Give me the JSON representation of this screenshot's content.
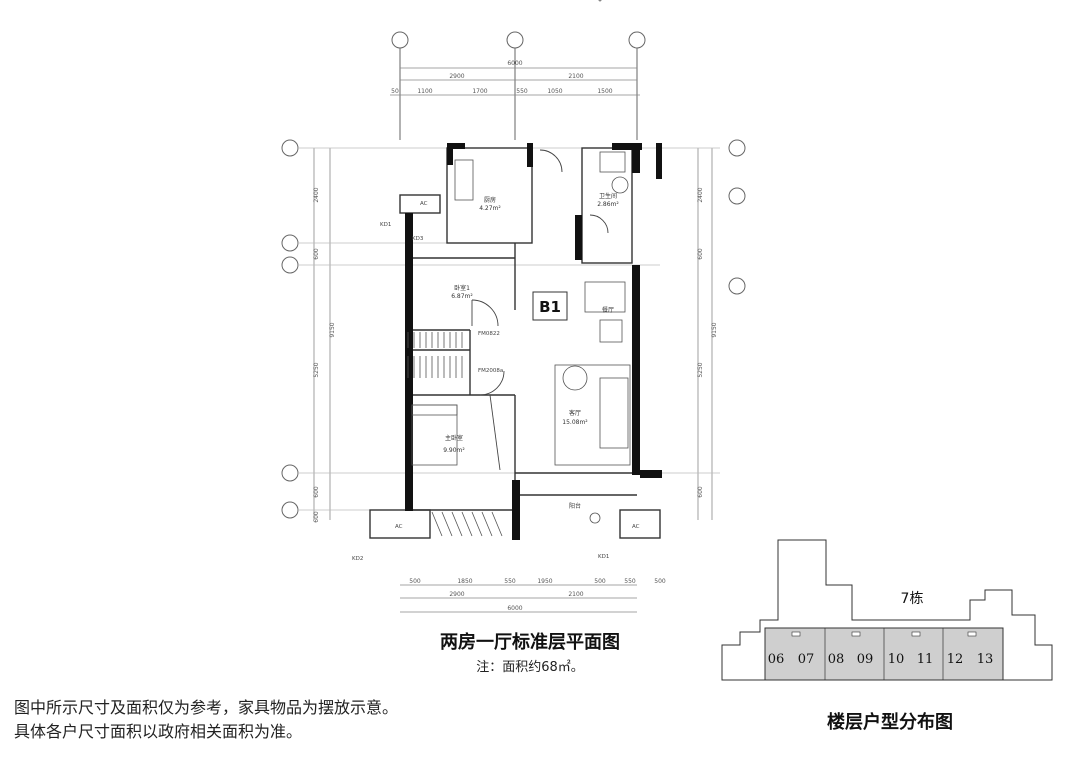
{
  "plan": {
    "unit_label": "B1",
    "dims_top_total": "6000",
    "dims_top_parts": [
      "2900",
      "2100"
    ],
    "dims_top_detail": [
      "50",
      "1100",
      "1700",
      "550",
      "1050",
      "1500"
    ],
    "dims_bottom_detail": [
      "500",
      "1850",
      "550",
      "1950",
      "500",
      "550",
      "500"
    ],
    "dims_bottom_parts": [
      "2900",
      "2100"
    ],
    "dims_bottom_total": "6000",
    "dims_left_outer": [
      "2400",
      "600",
      "5250",
      "600",
      "600"
    ],
    "dims_left_total": "9150",
    "dims_right_outer": [
      "2400",
      "600",
      "5250",
      "600"
    ],
    "dims_right_total": "9150",
    "rooms": {
      "kitchen": {
        "name": "厨房",
        "area": "4.27m²"
      },
      "bath": {
        "name": "卫生间",
        "area": "2.86m²"
      },
      "bedroom2": {
        "name": "卧室1",
        "area": "6.87m²"
      },
      "master": {
        "name": "主卧室",
        "area": "9.90m²"
      },
      "living": {
        "name": "客厅",
        "area": "15.08m²"
      },
      "dining": {
        "name": "餐厅"
      },
      "balcony": {
        "name": "阳台"
      }
    },
    "labels": [
      "AC",
      "AC",
      "AC",
      "KD1",
      "KD1",
      "KD3",
      "KD2",
      "FM0822",
      "FM2008a"
    ]
  },
  "texts": {
    "title": "两房一厅标准层平面图",
    "note": "注：面积约68㎡。",
    "disclaimer_1": "图中所示尺寸及面积仅为参考，家具物品为摆放示意。",
    "disclaimer_2": "具体各户尺寸面积以政府相关面积为准。",
    "key_title": "楼层户型分布图",
    "building_label": "7栋",
    "unit_numbers": [
      "06",
      "07",
      "08",
      "09",
      "10",
      "11",
      "12",
      "13"
    ]
  }
}
